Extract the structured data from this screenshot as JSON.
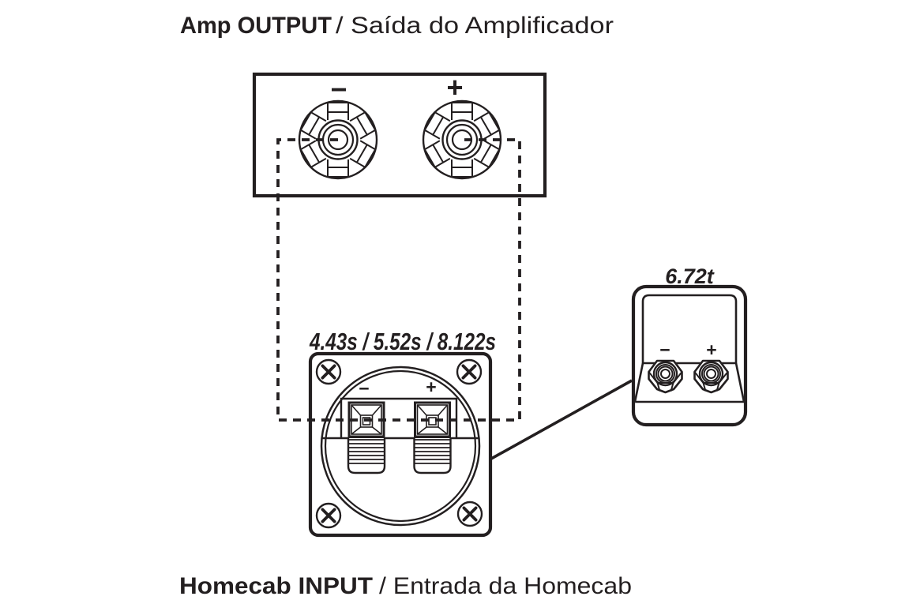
{
  "colors": {
    "ink": "#231f20",
    "background": "#ffffff"
  },
  "top_title": {
    "bold": "Amp OUTPUT",
    "regular": "/ Saída do Amplificador"
  },
  "bottom_title": {
    "bold": "Homecab INPUT",
    "regular": "/ Entrada da Homecab"
  },
  "amp_output": {
    "negative": "−",
    "positive": "+"
  },
  "homecab_input": {
    "model_label": "4.43s / 5.52s / 8.122s",
    "negative": "−",
    "positive": "+"
  },
  "tweeter_input": {
    "model_label": "6.72t",
    "negative": "−",
    "positive": "+"
  }
}
